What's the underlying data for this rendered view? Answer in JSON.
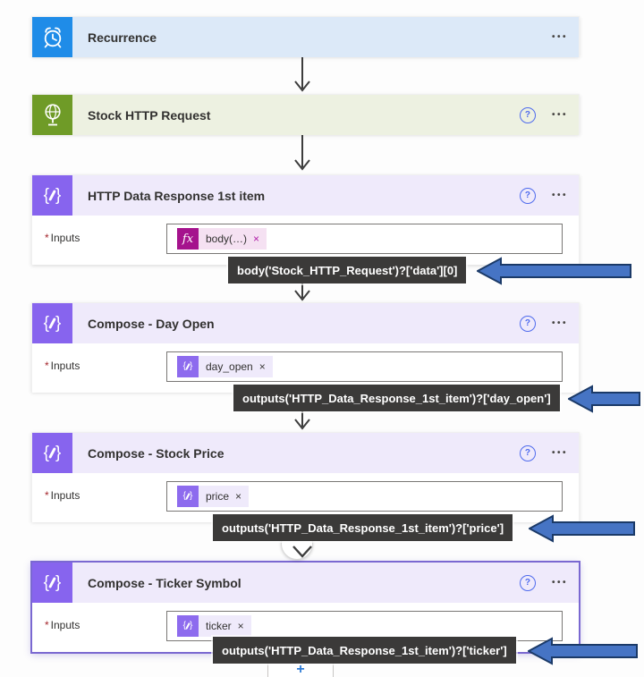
{
  "glyphs": {
    "menu": "•••",
    "help": "?",
    "close": "×",
    "plus": "+",
    "required": "*",
    "fx": "fx"
  },
  "colors": {
    "recurrence_icon": "#1f8ce8",
    "recurrence_header": "#dce9f8",
    "http_icon": "#6f9b27",
    "http_header": "#edf1e1",
    "compose_icon": "#8764ee",
    "compose_header": "#efeafb",
    "selected_border": "#7a68d1",
    "tooltip_bg": "#3b3a39",
    "callout_arrow_fill": "#4674c4",
    "callout_arrow_stroke": "#1b3a68",
    "fx_token_icon": "#a5138d",
    "fx_token_bg": "#f5e1f2"
  },
  "cards": [
    {
      "title": "Recurrence"
    },
    {
      "title": "Stock HTTP Request"
    },
    {
      "title": "HTTP Data Response 1st item",
      "inputs_label": "Inputs",
      "token": "body(…)",
      "expression": "body('Stock_HTTP_Request')?['data'][0]"
    },
    {
      "title": "Compose - Day Open",
      "inputs_label": "Inputs",
      "token": "day_open",
      "expression": "outputs('HTTP_Data_Response_1st_item')?['day_open']"
    },
    {
      "title": "Compose - Stock Price",
      "inputs_label": "Inputs",
      "token": "price",
      "expression": "outputs('HTTP_Data_Response_1st_item')?['price']"
    },
    {
      "title": "Compose - Ticker Symbol",
      "inputs_label": "Inputs",
      "token": "ticker",
      "expression": "outputs('HTTP_Data_Response_1st_item')?['ticker']"
    }
  ]
}
